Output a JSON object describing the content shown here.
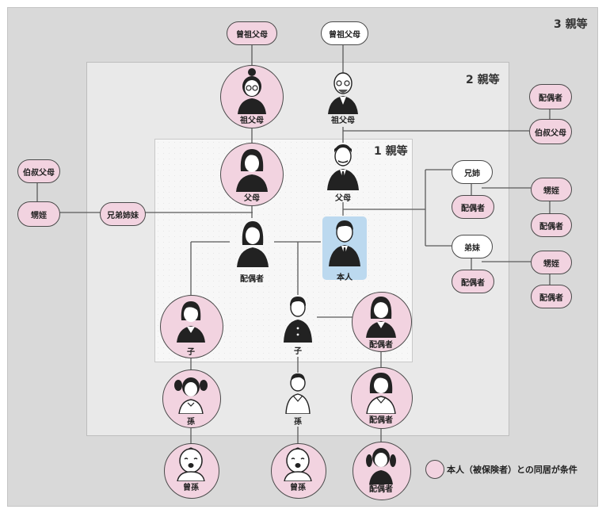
{
  "degrees": {
    "third": "3 親等",
    "second": "2 親等",
    "first": "1 親等"
  },
  "nodes": {
    "great_grandparent_left": "曾祖父母",
    "great_grandparent_right": "曾祖父母",
    "grandparent_left": "祖父母",
    "grandparent_right": "祖父母",
    "parent_left": "父母",
    "parent_right": "父母",
    "spouse": "配偶者",
    "self": "本人",
    "child_left": "子",
    "child_middle": "子",
    "child_spouse": "配偶者",
    "grandchild_left": "孫",
    "grandchild_middle": "孫",
    "grandchild_spouse": "配偶者",
    "great_grandchild_left": "曾孫",
    "great_grandchild_middle": "曾孫",
    "great_grandchild_spouse": "配偶者",
    "siblings_left": "兄弟姉妹",
    "uncle_aunt_left": "伯叔父母",
    "nephew_niece_left": "甥姪",
    "uncle_aunt_right": "伯叔父母",
    "uncle_aunt_spouse": "配偶者",
    "older_sibling": "兄姉",
    "older_sibling_spouse": "配偶者",
    "older_nephew_niece": "甥姪",
    "older_nephew_niece_spouse": "配偶者",
    "younger_sibling": "弟妹",
    "younger_sibling_spouse": "配偶者",
    "younger_nephew_niece": "甥姪",
    "younger_nephew_niece_spouse": "配偶者"
  },
  "legend": {
    "text": "本人（被保険者）との同居が条件"
  },
  "colors": {
    "cohabitation_required": "#f2d3e0",
    "self_highlight": "#bcd9ef",
    "third_degree_bg": "#d9d9d9",
    "second_degree_bg": "#e9e9e9",
    "first_degree_bg": "#f7f7f7"
  }
}
